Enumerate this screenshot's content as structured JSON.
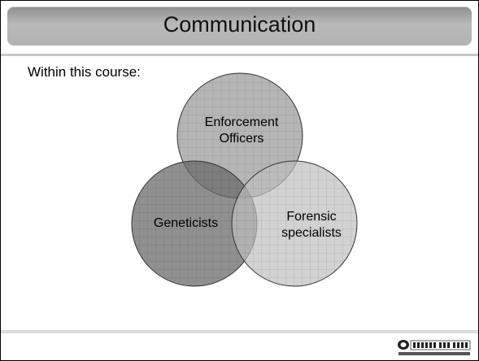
{
  "slide": {
    "title": "Communication",
    "intro": "Within this course:"
  },
  "venn": {
    "sets": [
      {
        "lines": [
          "Enforcement",
          "Officers"
        ],
        "color": "#a8a8a8"
      },
      {
        "lines": [
          "Geneticists"
        ],
        "color": "#6b6b6b"
      },
      {
        "lines": [
          "Forensic",
          "specialists"
        ],
        "color": "#bfbfbf"
      }
    ]
  },
  "logo": {
    "name": "TRAFFIC/WEN logo"
  }
}
